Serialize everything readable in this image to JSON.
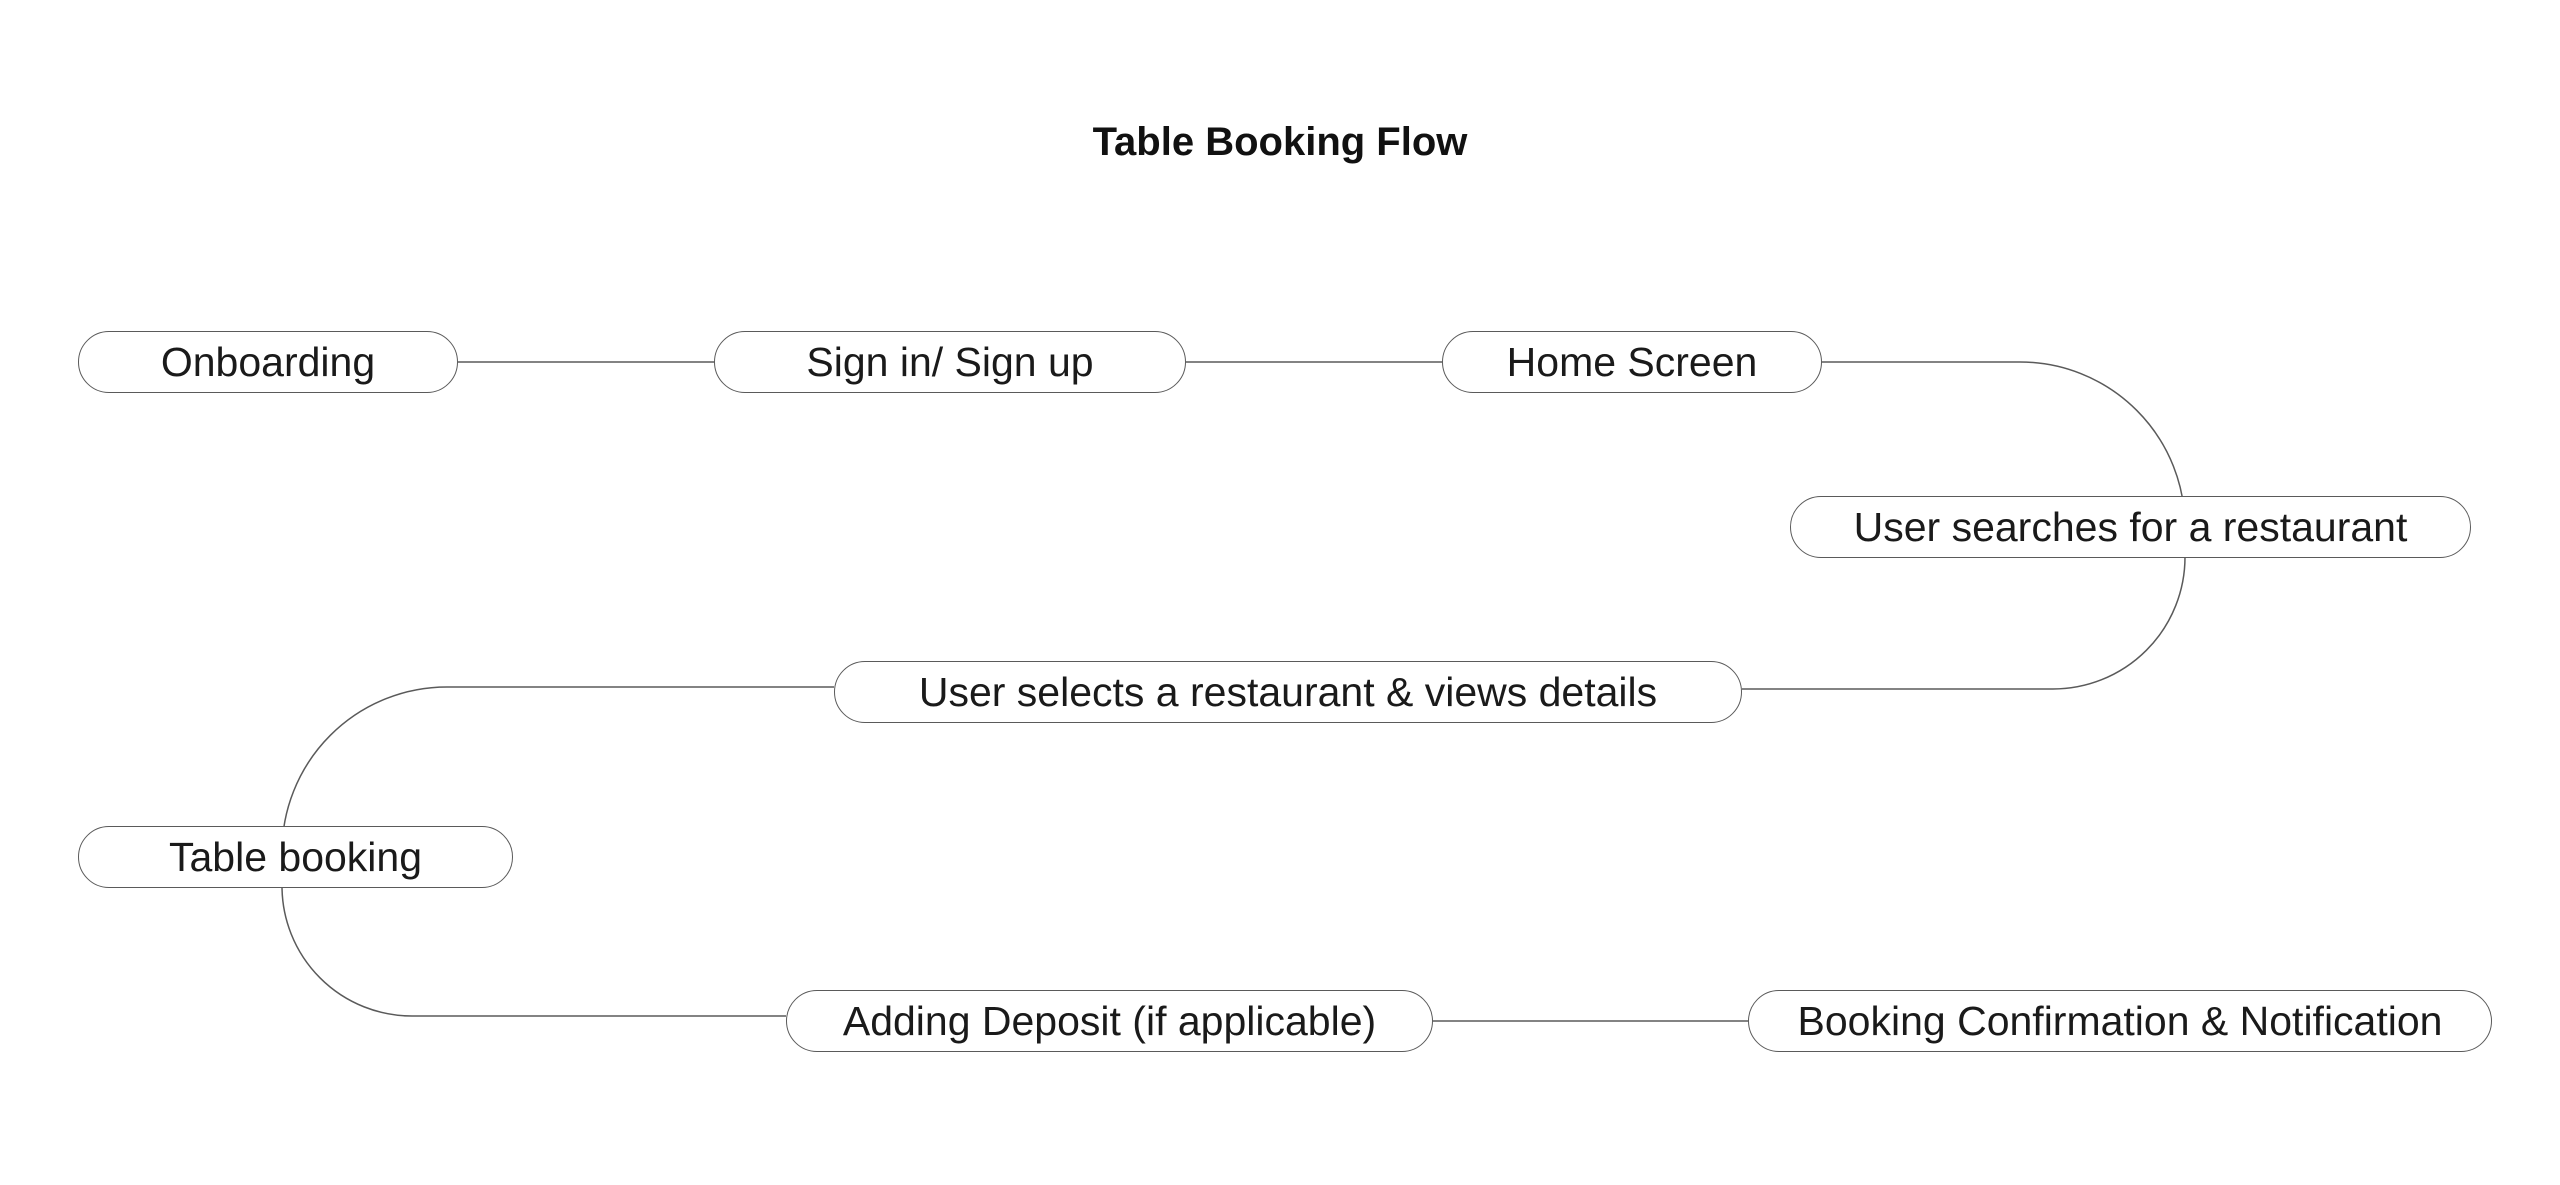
{
  "title": "Table Booking Flow",
  "nodes": [
    {
      "id": "onboarding",
      "label": "Onboarding"
    },
    {
      "id": "sign-in",
      "label": "Sign in/ Sign up"
    },
    {
      "id": "home-screen",
      "label": "Home Screen"
    },
    {
      "id": "search",
      "label": "User searches for a restaurant"
    },
    {
      "id": "select",
      "label": "User selects a restaurant & views details"
    },
    {
      "id": "table-booking",
      "label": "Table booking"
    },
    {
      "id": "deposit",
      "label": "Adding Deposit (if applicable)"
    },
    {
      "id": "confirmation",
      "label": "Booking Confirmation & Notification"
    }
  ],
  "colors": {
    "border": "#5a5a5a",
    "text": "#1a1a1a",
    "background": "#ffffff"
  }
}
